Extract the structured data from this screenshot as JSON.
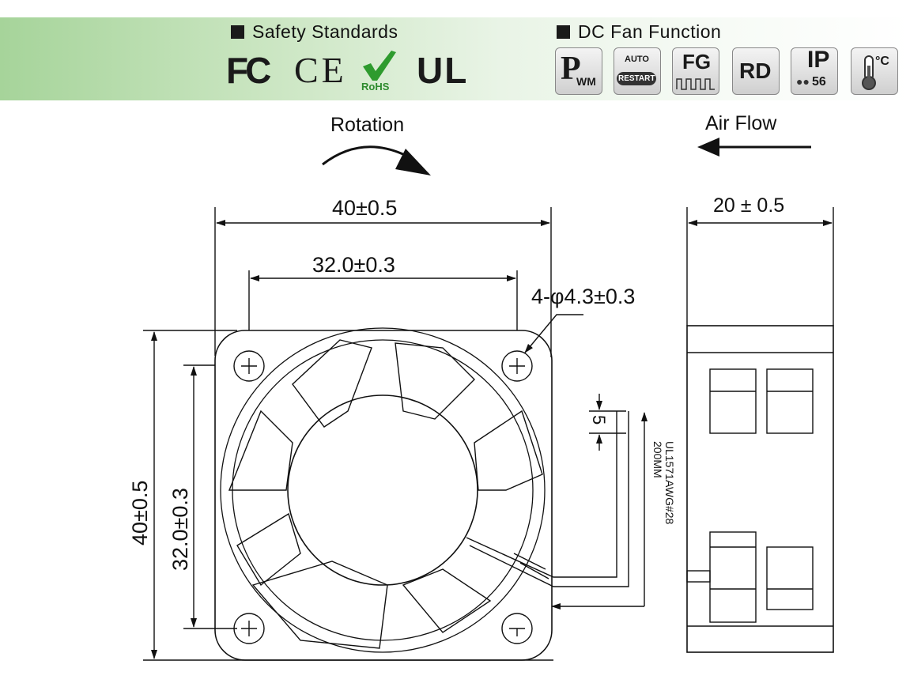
{
  "safety": {
    "title": "Safety Standards",
    "logos": [
      "FC",
      "CE",
      "RoHS",
      "UL"
    ]
  },
  "functions": {
    "title": "DC Fan Function",
    "icons": [
      "PWM",
      "AUTO RESTART",
      "FG",
      "RD",
      "IP56",
      "°C"
    ]
  },
  "labels": {
    "rotation": "Rotation",
    "air_flow": "Air Flow",
    "width_outer": "40±0.5",
    "width_inner": "32.0±0.3",
    "hole": "4-φ4.3±0.3",
    "depth": "20 ± 0.5",
    "height_outer": "40±0.5",
    "height_inner": "32.0±0.3",
    "wire_strip": "5",
    "wire_spec_1": "UL1571AWG#28",
    "wire_spec_2": "200MM"
  }
}
